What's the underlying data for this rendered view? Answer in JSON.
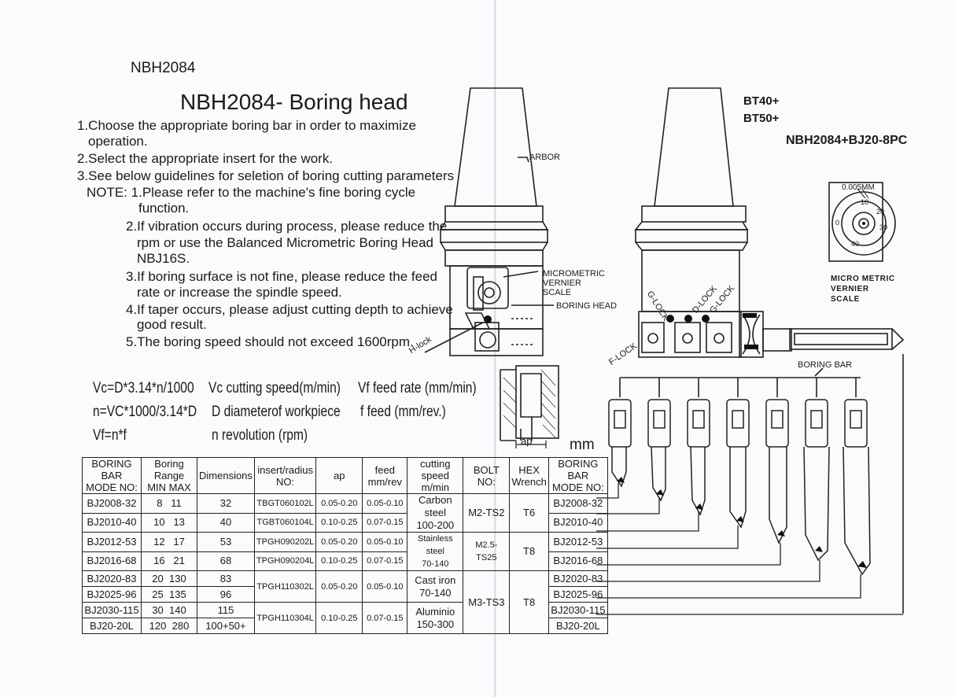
{
  "doc": {
    "code": "NBH2084",
    "title": "NBH2084- Boring head",
    "instructions": [
      "1.Choose the appropriate boring bar in order to maximize",
      "operation.",
      "2.Select the appropriate insert for the work.",
      "3.See below guidelines for seletion of boring cutting parameters",
      "NOTE: 1.Please refer to the machine's fine boring cycle",
      "function.",
      "2.If vibration occurs during process, please reduce the",
      "rpm or use the Balanced Micrometric Boring Head",
      "NBJ16S.",
      "3.If boring surface is not fine, please reduce the feed",
      "rate or increase the spindle speed.",
      "4.If taper occurs, please adjust cutting depth to achieve",
      "good result.",
      "5.The boring speed should not exceed 1600rpm."
    ]
  },
  "formulas": {
    "vc": "Vc=D*3.14*n/1000",
    "n": "n=VC*1000/3.14*D",
    "vf": "Vf=n*f",
    "vc_def": "Vc cutting speed(m/min)",
    "d_def": "D diameterof workpiece",
    "n_def": "n revolution (rpm)",
    "vf_def": "Vf feed rate (mm/min)",
    "f_def": "f feed (mm/rev.)"
  },
  "diagram": {
    "arbor": "ARBOR",
    "micrometric": [
      "MICROMETRIC",
      "VERNIER",
      "SCALE"
    ],
    "boring_head": "BORING HEAD",
    "h_lock": "H-lock",
    "ap": "ap",
    "mm": "mm",
    "bt40": "BT40+",
    "bt50": "BT50+",
    "set_name": "NBH2084+BJ20-8PC",
    "dial_value": "0.005MM",
    "dial_numbers": [
      "0",
      "10",
      "20",
      "30",
      "40",
      "0",
      "10",
      "20",
      "30",
      "40"
    ],
    "micro_metric": [
      "MICRO METRIC",
      "VERNIER",
      "SCALE"
    ],
    "g_lock": "G-LOCK",
    "d_lock": "D-LOCK",
    "f_lock": "F-LOCK",
    "boring_bar": "BORING BAR"
  },
  "table": {
    "headers": {
      "mode": [
        "BORING BAR",
        "MODE NO:"
      ],
      "range": [
        "Boring Range",
        "MIN MAX"
      ],
      "dimensions": "Dimensions",
      "insert": [
        "insert/radius",
        "NO:"
      ],
      "ap": "ap",
      "feed": [
        "feed",
        "mm/rev"
      ],
      "speed": [
        "cutting speed",
        "m/min"
      ],
      "bolt": "BOLT NO:",
      "hex": [
        "HEX",
        "Wrench"
      ],
      "mode2": [
        "BORING BAR",
        "MODE NO:"
      ]
    },
    "rows": [
      {
        "mode": "BJ2008-32",
        "min": "8",
        "max": "11",
        "dim": "32",
        "insert": "TBGT060102L",
        "ap": "0.05-0.20",
        "feed": "0.05-0.10"
      },
      {
        "mode": "BJ2010-40",
        "min": "10",
        "max": "13",
        "dim": "40",
        "insert": "TGBT060104L",
        "ap": "0.10-0.25",
        "feed": "0.07-0.15"
      },
      {
        "mode": "BJ2012-53",
        "min": "12",
        "max": "17",
        "dim": "53",
        "insert": "TPGH090202L",
        "ap": "0.05-0.20",
        "feed": "0.05-0.10"
      },
      {
        "mode": "BJ2016-68",
        "min": "16",
        "max": "21",
        "dim": "68",
        "insert": "TPGH090204L",
        "ap": "0.10-0.25",
        "feed": "0.07-0.15"
      },
      {
        "mode": "BJ2020-83",
        "min": "20",
        "max": "130",
        "dim": "83"
      },
      {
        "mode": "BJ2025-96",
        "min": "25",
        "max": "135",
        "dim": "96"
      },
      {
        "mode": "BJ2030-115",
        "min": "30",
        "max": "140",
        "dim": "115"
      },
      {
        "mode": "BJ20-20L",
        "min": "120",
        "max": "280",
        "dim": "100+50+"
      }
    ],
    "merged": {
      "insert_a": "TPGH110302L",
      "ap_a": "0.05-0.20",
      "feed_a": "0.05-0.10",
      "insert_b": "TPGH110304L",
      "ap_b": "0.10-0.25",
      "feed_b": "0.07-0.15",
      "speed_1": [
        "Carbon steel",
        "100-200"
      ],
      "speed_2": [
        "Stainless steel",
        "70-140"
      ],
      "speed_3": [
        "Cast iron",
        "70-140"
      ],
      "speed_4": [
        "Aluminio",
        "150-300"
      ],
      "bolt_1": "M2-TS2",
      "bolt_2": "M2.5-TS25",
      "bolt_3": "M3-TS3",
      "hex_1": "T6",
      "hex_2": "T8",
      "hex_3": "T8"
    },
    "mode2": [
      "BJ2008-32",
      "BJ2010-40",
      "BJ2012-53",
      "BJ2016-68",
      "BJ2020-83",
      "BJ2025-96",
      "BJ2030-115",
      "BJ20-20L"
    ]
  }
}
